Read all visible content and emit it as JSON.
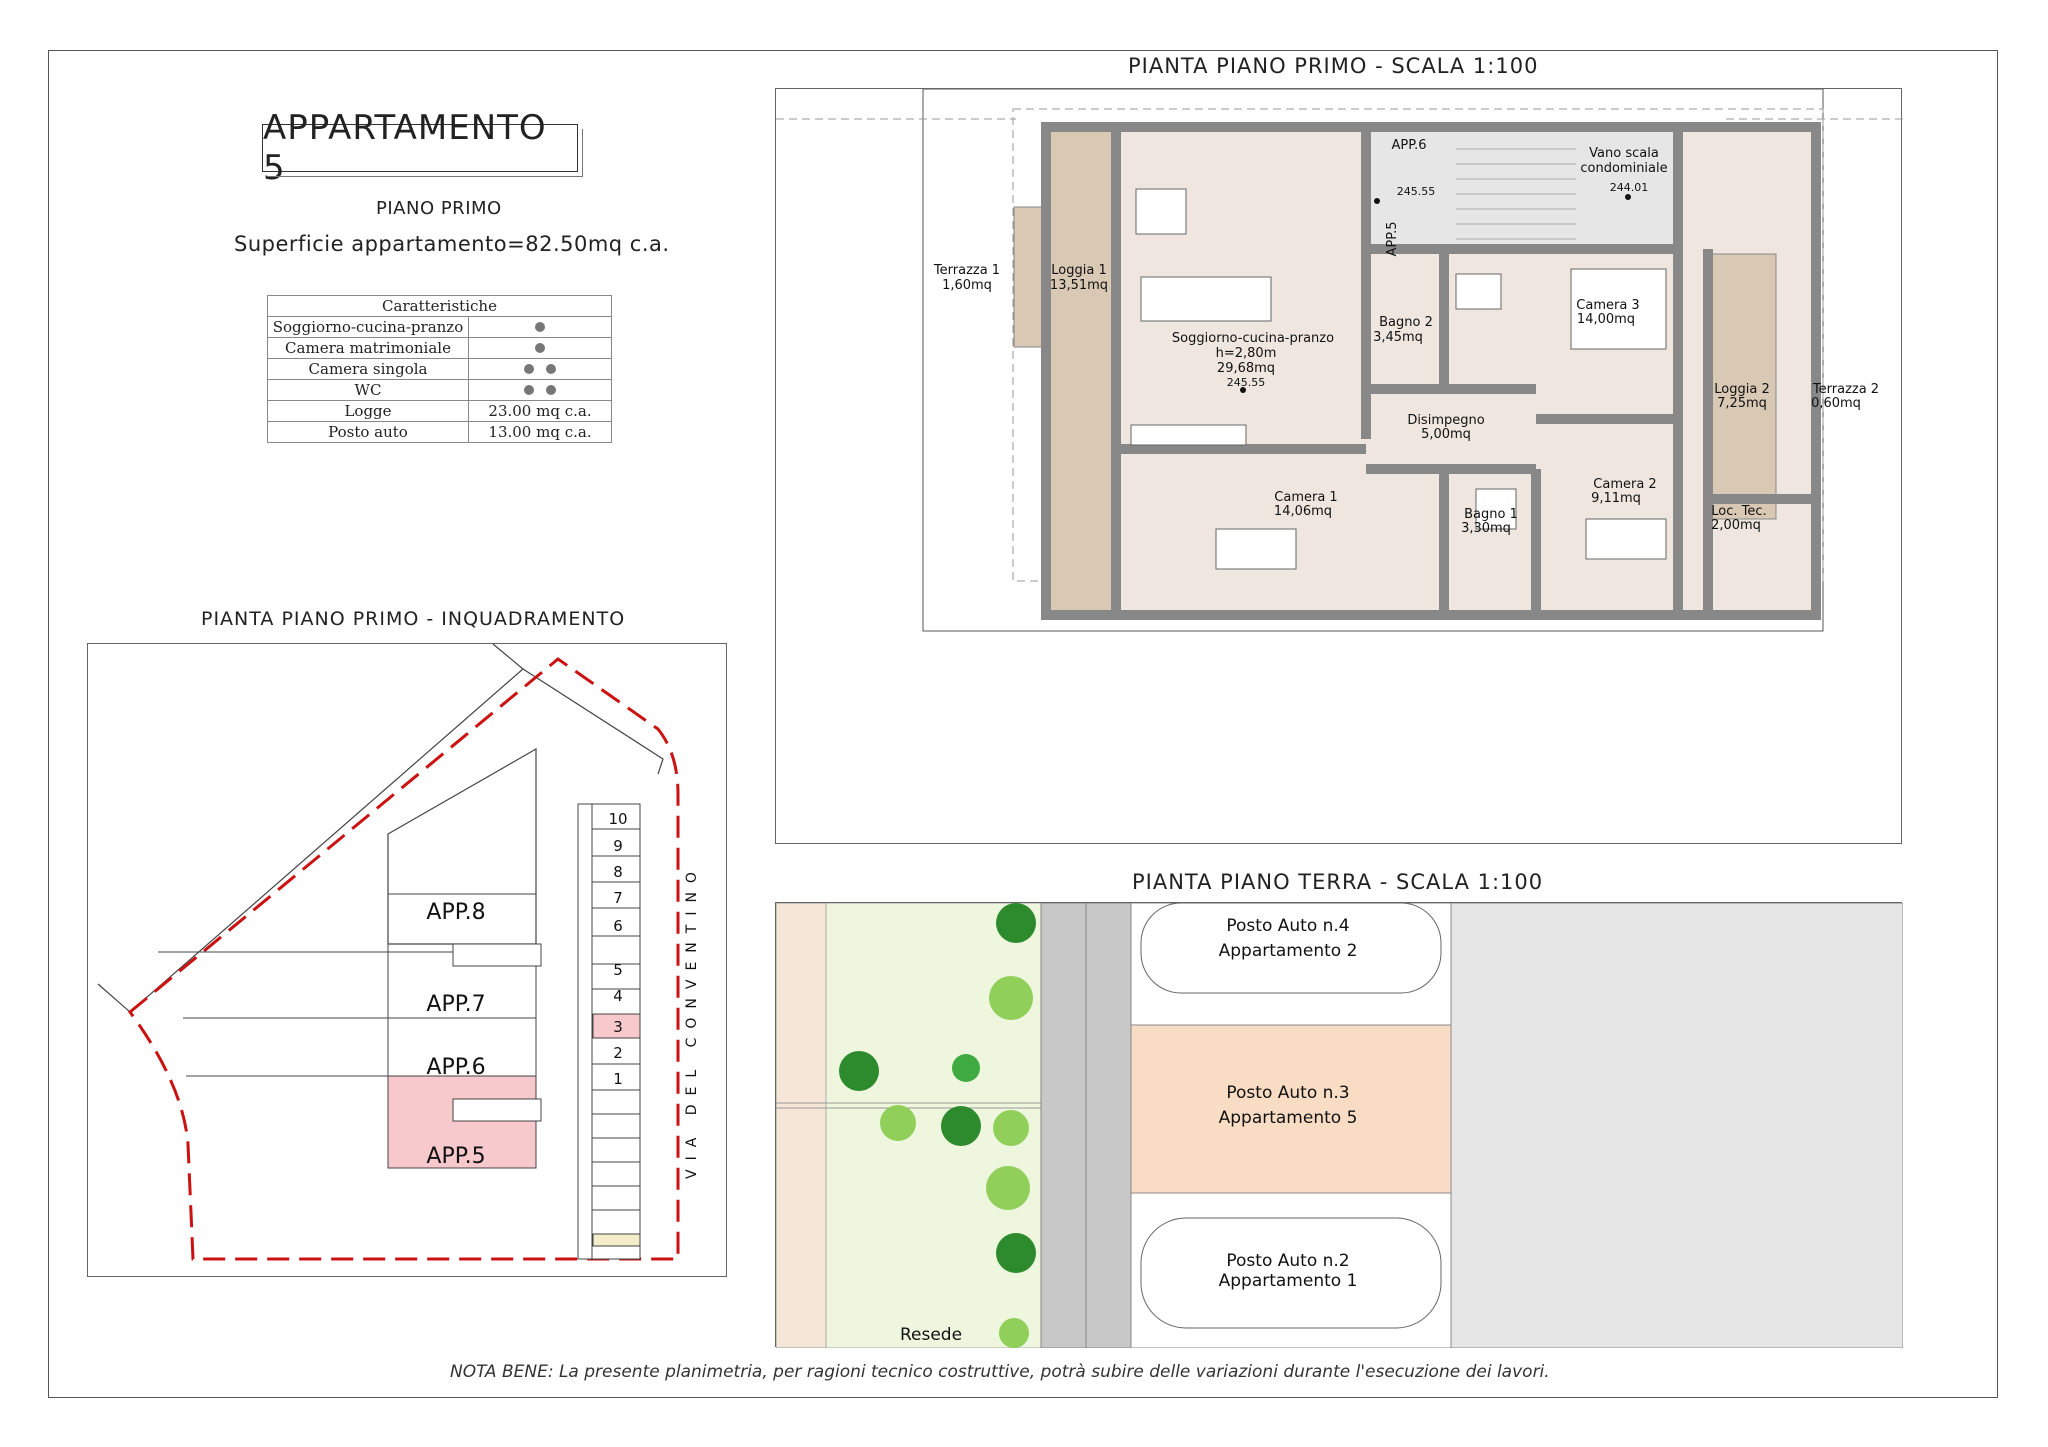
{
  "header": {
    "title": "APPARTAMENTO 5",
    "floor": "PIANO PRIMO",
    "surface": "Superficie appartamento=82.50mq c.a."
  },
  "features_table": {
    "header": "Caratteristiche",
    "rows": [
      {
        "label": "Soggiorno-cucina-pranzo",
        "dots": 1,
        "value": ""
      },
      {
        "label": "Camera matrimoniale",
        "dots": 1,
        "value": ""
      },
      {
        "label": "Camera singola",
        "dots": 2,
        "value": ""
      },
      {
        "label": "WC",
        "dots": 2,
        "value": ""
      },
      {
        "label": "Logge",
        "dots": 0,
        "value": "23.00 mq c.a."
      },
      {
        "label": "Posto auto",
        "dots": 0,
        "value": "13.00 mq c.a."
      }
    ]
  },
  "key_plan": {
    "title": "PIANTA PIANO PRIMO - INQUADRAMENTO",
    "apartments": [
      "APP.8",
      "APP.7",
      "APP.6",
      "APP.5"
    ],
    "highlighted": "APP.5",
    "parking_numbers": [
      "10",
      "9",
      "8",
      "7",
      "6",
      "5",
      "4",
      "3",
      "2",
      "1"
    ],
    "highlighted_parking": "3",
    "street": "VIA DEL CONVENTINO",
    "colors": {
      "highlight": "#f7c8cc",
      "boundary": "#cc1111"
    }
  },
  "first_floor_plan": {
    "title": "PIANTA PIANO PRIMO -  SCALA 1:100",
    "rooms": {
      "terrazza1": [
        "Terrazza 1",
        "1,60mq"
      ],
      "loggia1": [
        "Loggia 1",
        "13,51mq"
      ],
      "soggiorno": [
        "Soggiorno-cucina-pranzo",
        "h=2,80m",
        "29,68mq",
        "245.55"
      ],
      "app6": "APP.6",
      "app5": "APP.5",
      "landing_level": "245.55",
      "vano_scala": [
        "Vano scala",
        "condominiale",
        "244.01"
      ],
      "bagno2": [
        "Bagno 2",
        "3,45mq"
      ],
      "camera3": [
        "Camera 3",
        "14,00mq"
      ],
      "disimpegno": [
        "Disimpegno",
        "5,00mq"
      ],
      "loggia2": [
        "Loggia 2",
        "7,25mq"
      ],
      "terrazza2": [
        "Terrazza 2",
        "0,60mq"
      ],
      "camera1": [
        "Camera 1",
        "14,06mq"
      ],
      "bagno1": [
        "Bagno 1",
        "3,30mq"
      ],
      "camera2": [
        "Camera 2",
        "9,11mq"
      ],
      "loc_tec": [
        "Loc. Tec.",
        "2,00mq"
      ]
    },
    "colors": {
      "wall": "#8a8a8a",
      "loggia": "#d9c8b4",
      "floor": "#efe7df",
      "stair": "#e6e6e6"
    }
  },
  "ground_floor_plan": {
    "title": "PIANTA PIANO TERRA -  SCALA 1:100",
    "spots": [
      {
        "line1": "Posto Auto n.4",
        "line2": "Appartamento 2",
        "highlight": false
      },
      {
        "line1": "Posto Auto n.3",
        "line2": "Appartamento 5",
        "highlight": true
      },
      {
        "line1": "Posto Auto n.2",
        "line2": "Appartamento 1",
        "highlight": false
      }
    ],
    "garden_label": "Resede",
    "colors": {
      "highlight": "#f9dcc4",
      "garden": "#eef6de",
      "road": "#c8c8c8"
    }
  },
  "footer_note": "NOTA BENE: La presente planimetria, per ragioni tecnico costruttive, potrà subire delle variazioni durante l'esecuzione dei lavori."
}
